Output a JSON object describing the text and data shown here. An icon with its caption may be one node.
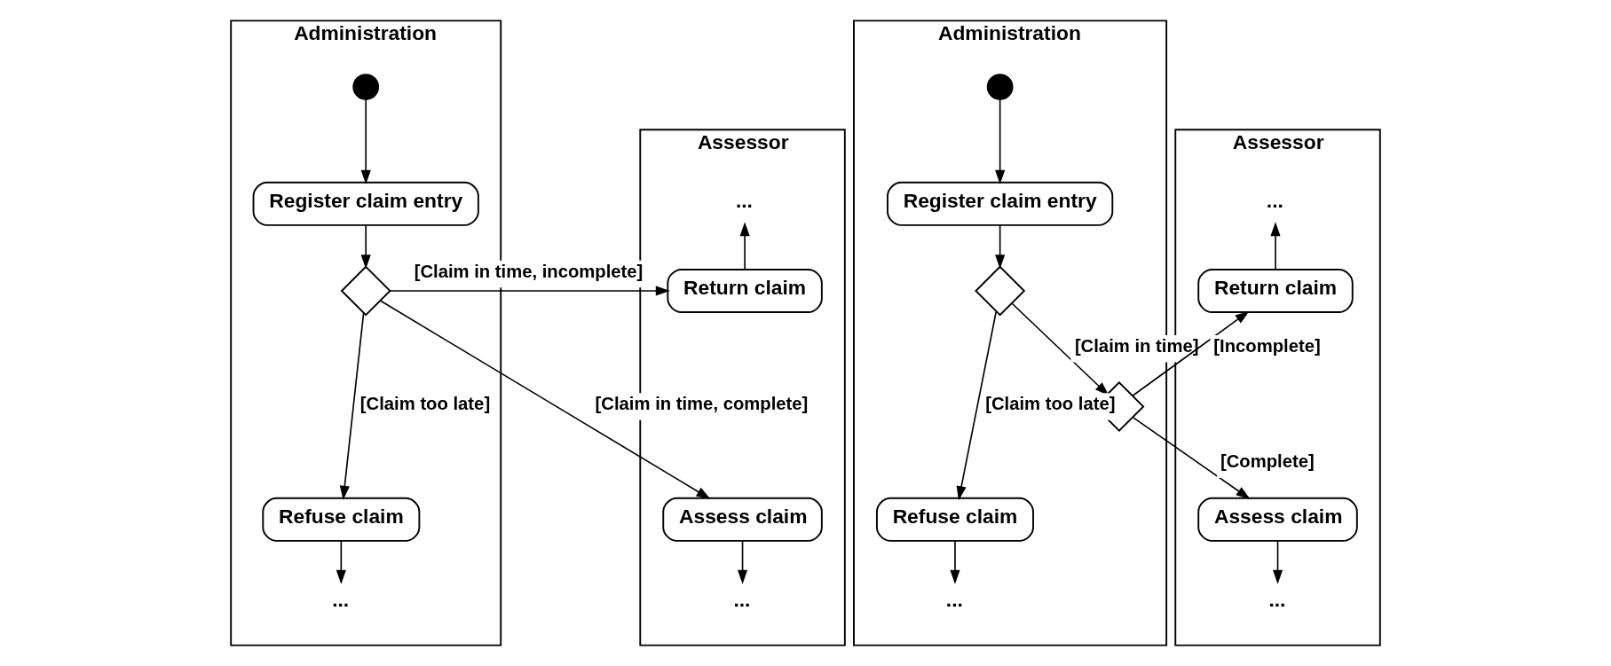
{
  "diagram": {
    "nodes": [
      {
        "text": [
          "Administration"
        ]
      },
      {
        "text": [
          "Assessor"
        ]
      },
      {
        "text": [],
        "shape": "circle",
        "in": 0
      },
      {
        "text": [
          "Register claim entry"
        ],
        "in": 0
      },
      {
        "text": [],
        "shape": "diamond",
        "in": 0
      },
      {
        "text": [
          "Refuse claim"
        ],
        "in": 0
      },
      {
        "text": [
          "..."
        ],
        "in": 0
      },
      {
        "text": [
          "..."
        ],
        "in": 1
      },
      {
        "text": [
          "Return claim"
        ],
        "in": 1
      },
      {
        "text": [
          "Assess claim"
        ],
        "in": 1
      },
      {
        "text": [
          "..."
        ],
        "in": 1
      },
      {
        "text": [
          "Administration"
        ]
      },
      {
        "text": [
          "Assessor"
        ]
      },
      {
        "text": [],
        "shape": "circle",
        "in": 11
      },
      {
        "text": [
          "Register claim entry"
        ],
        "in": 11
      },
      {
        "text": [],
        "shape": "diamond",
        "in": 11
      },
      {
        "text": [],
        "shape": "diamond",
        "in": 11
      },
      {
        "text": [
          "Refuse claim"
        ],
        "in": 11
      },
      {
        "text": [
          "..."
        ],
        "in": 11
      },
      {
        "text": [
          "..."
        ],
        "in": 12
      },
      {
        "text": [
          "Return claim"
        ],
        "in": 12
      },
      {
        "text": [
          "Assess claim"
        ],
        "in": 12
      },
      {
        "text": [
          "..."
        ],
        "in": 12
      }
    ],
    "edges": [
      {
        "from": 2,
        "to": 3,
        "arrow": "to"
      },
      {
        "from": 3,
        "to": 4,
        "arrow": "to"
      },
      {
        "from": 4,
        "to": 5,
        "arrow": "to",
        "label": "[Claim too late]"
      },
      {
        "from": 4,
        "to": 8,
        "arrow": "to",
        "label": "[Claim in time, incomplete]"
      },
      {
        "from": 4,
        "to": 9,
        "arrow": "to",
        "label": "[Claim in time, complete]"
      },
      {
        "from": 5,
        "to": 6,
        "arrow": "to"
      },
      {
        "from": 8,
        "to": 7,
        "arrow": "to"
      },
      {
        "from": 9,
        "to": 10,
        "arrow": "to"
      },
      {
        "from": 13,
        "to": 14,
        "arrow": "to"
      },
      {
        "from": 14,
        "to": 15,
        "arrow": "to"
      },
      {
        "from": 15,
        "to": 17,
        "arrow": "to",
        "label": "[Claim too late]"
      },
      {
        "from": 15,
        "to": 16,
        "arrow": "to",
        "label": "[Claim in time]"
      },
      {
        "from": 16,
        "to": 20,
        "arrow": "to",
        "label": "[Incomplete]"
      },
      {
        "from": 16,
        "to": 21,
        "arrow": "to",
        "label": "[Complete]"
      },
      {
        "from": 17,
        "to": 18,
        "arrow": "to"
      },
      {
        "from": 20,
        "to": 19,
        "arrow": "to"
      },
      {
        "from": 21,
        "to": 22,
        "arrow": "to"
      }
    ]
  }
}
